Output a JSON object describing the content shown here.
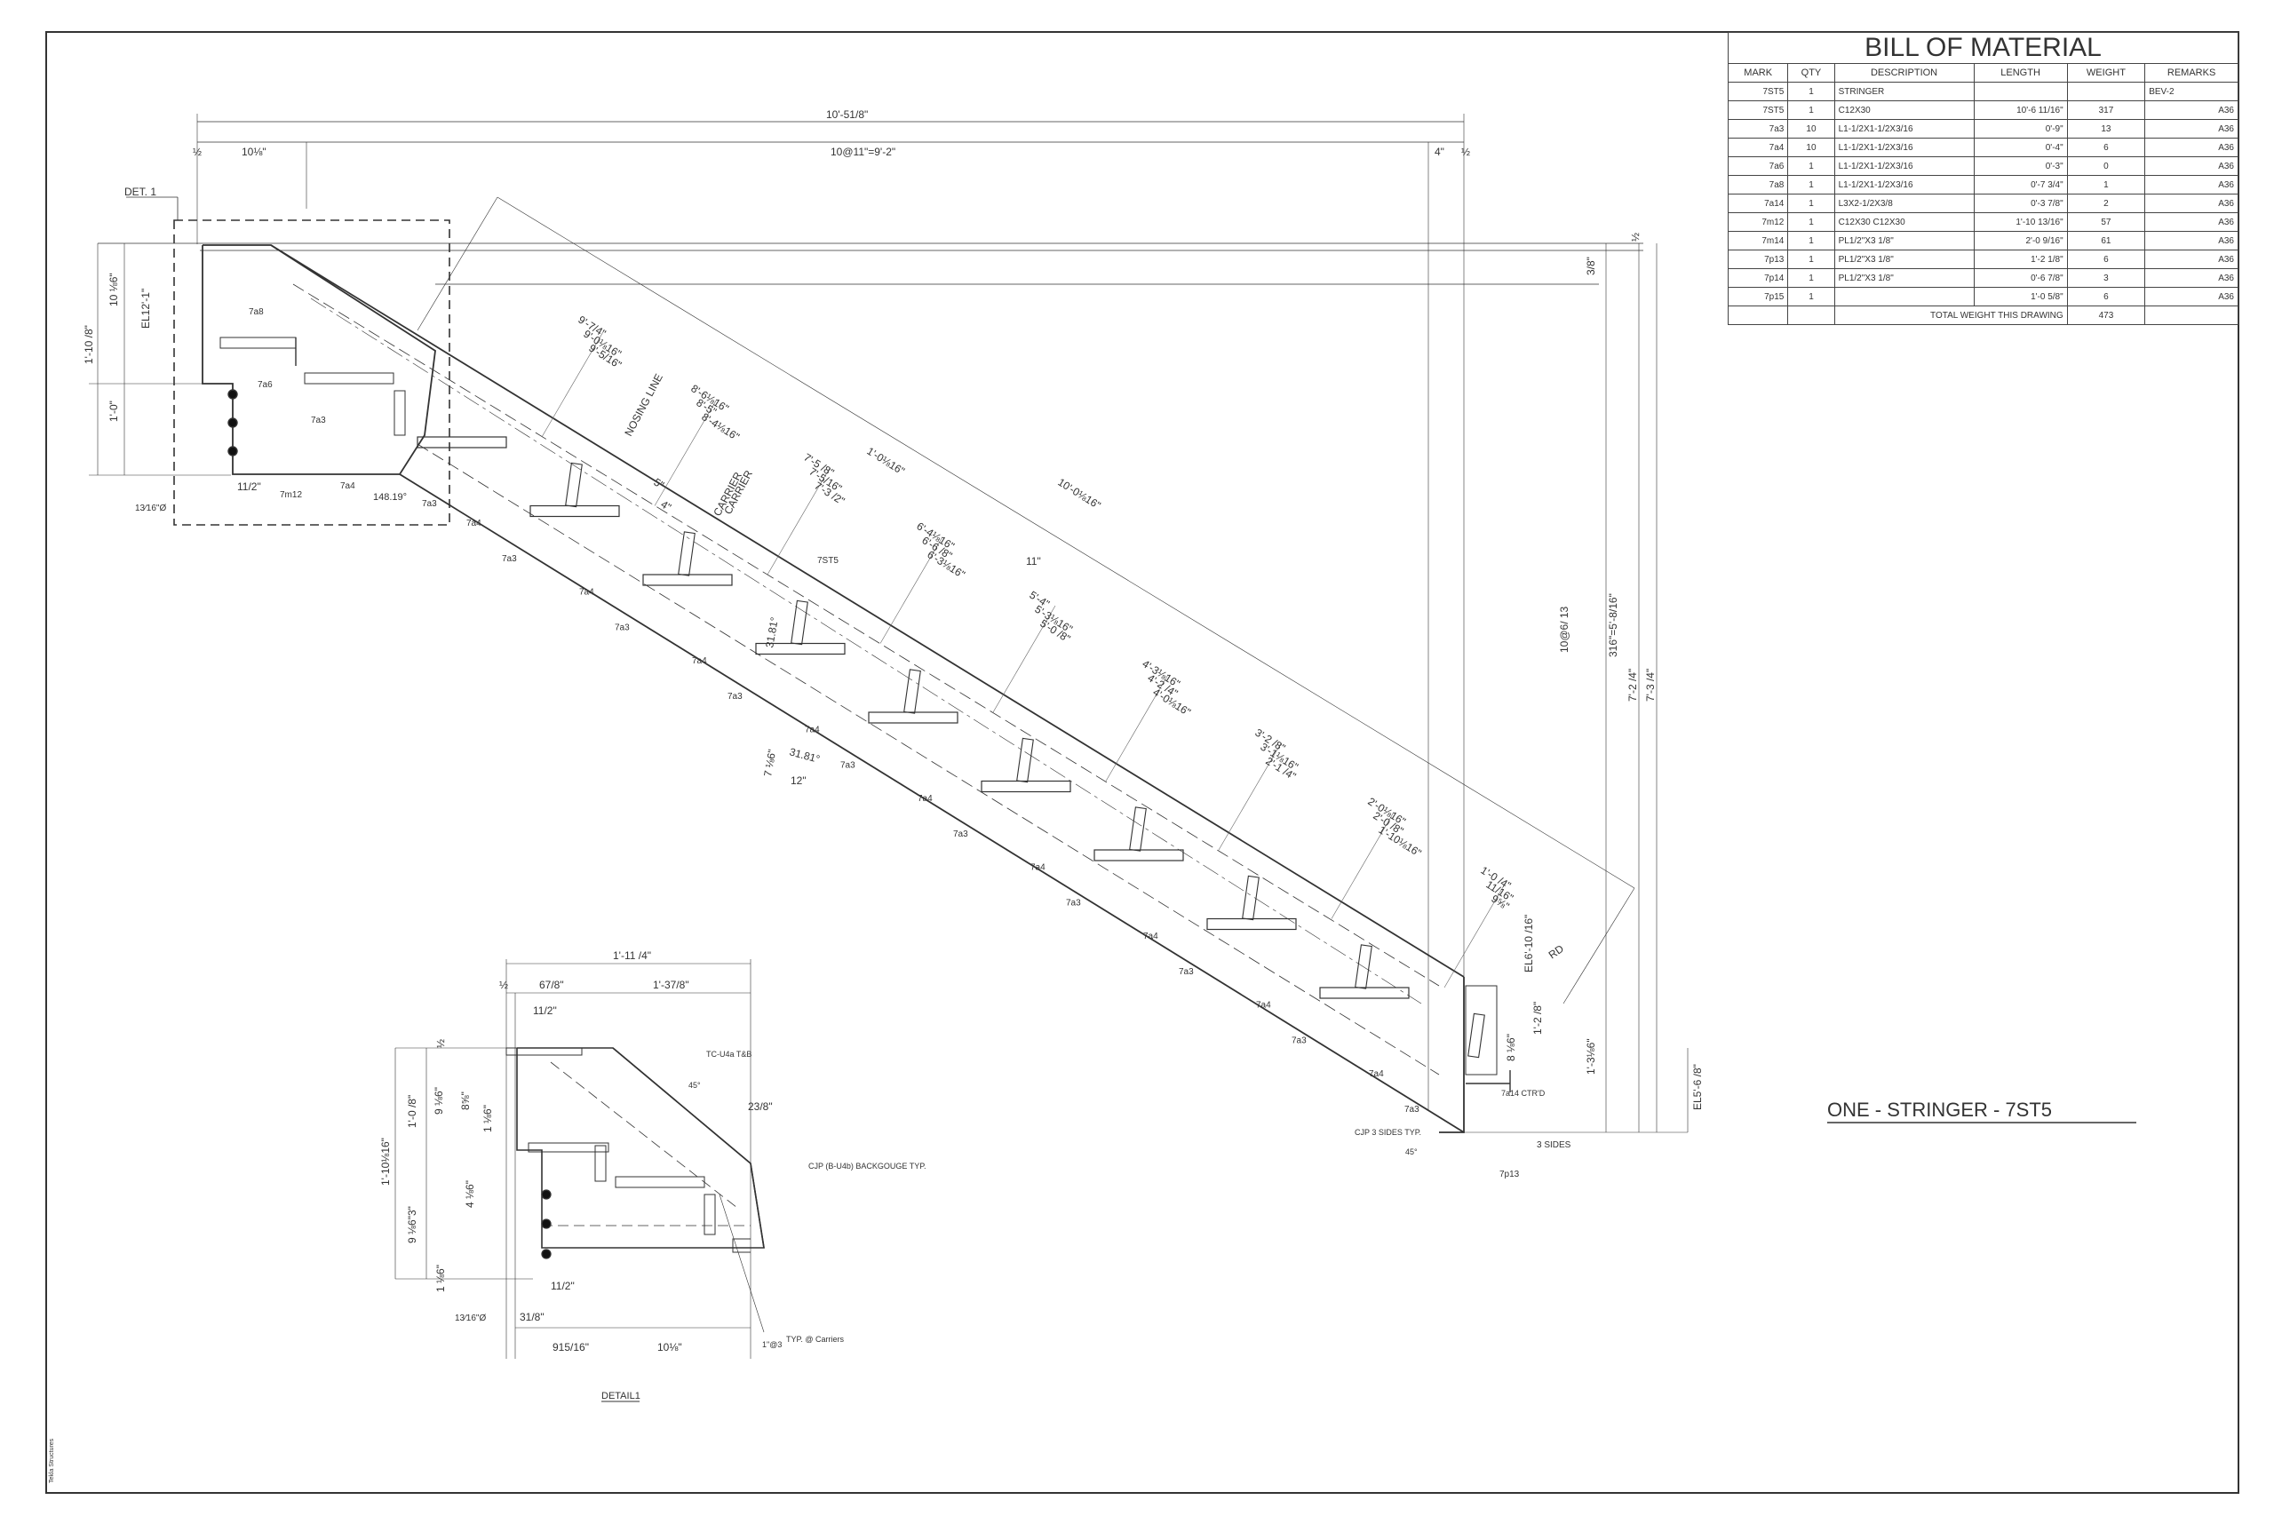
{
  "bom": {
    "title": "BILL OF MATERIAL",
    "headers": [
      "MARK",
      "QTY",
      "DESCRIPTION",
      "LENGTH",
      "WEIGHT",
      "REMARKS"
    ],
    "rows": [
      [
        "7ST5",
        "1",
        "STRINGER",
        "",
        "",
        "BEV-2"
      ],
      [
        "7ST5",
        "1",
        "C12X30",
        "10'-6 11/16\"",
        "317",
        "A36"
      ],
      [
        "7a3",
        "10",
        "L1-1/2X1-1/2X3/16",
        "0'-9\"",
        "13",
        "A36"
      ],
      [
        "7a4",
        "10",
        "L1-1/2X1-1/2X3/16",
        "0'-4\"",
        "6",
        "A36"
      ],
      [
        "7a6",
        "1",
        "L1-1/2X1-1/2X3/16",
        "0'-3\"",
        "0",
        "A36"
      ],
      [
        "7a8",
        "1",
        "L1-1/2X1-1/2X3/16",
        "0'-7 3/4\"",
        "1",
        "A36"
      ],
      [
        "7a14",
        "1",
        "L3X2-1/2X3/8",
        "0'-3 7/8\"",
        "2",
        "A36"
      ],
      [
        "7m12",
        "1",
        "C12X30    C12X30",
        "1'-10 13/16\"",
        "57",
        "A36"
      ],
      [
        "7m14",
        "1",
        "PL1/2\"X3        1/8\"",
        "2'-0 9/16\"",
        "61",
        "A36"
      ],
      [
        "7p13",
        "1",
        "PL1/2\"X3        1/8\"",
        "1'-2 1/8\"",
        "6",
        "A36"
      ],
      [
        "7p14",
        "1",
        "PL1/2\"X3 1/8\"",
        "0'-6 7/8\"",
        "3",
        "A36"
      ],
      [
        "7p15",
        "1",
        "",
        "1'-0 5/8\"",
        "6",
        "A36"
      ]
    ],
    "total_label": "TOTAL WEIGHT THIS DRAWING",
    "total_value": "473"
  },
  "main_title": "ONE - STRINGER - 7ST5",
  "detail_label": "DETAIL1",
  "det_tag": "DET. 1",
  "dims": {
    "overall": "10'-51/8\"",
    "d_half_l": "½",
    "d_10": "10⅛\"",
    "spacing": "10@11\"=9'-2\"",
    "d_4": "4\"",
    "d_half_r": "½",
    "d_110": "1'-10 /8\"",
    "d_10v": "10 ⅛6\"",
    "el12": "EL12'-1\"",
    "d_10in": "1'-0\"",
    "hole": "13⁄16\"Ø",
    "d_112": "11/2\"",
    "d_148": "148.19°",
    "top_half": "½",
    "d_38": "3/8\"",
    "d_1010": "10@6/\n13",
    "d_316": "316\"=5'-8/16\"",
    "d_72": "7'-2 /4\"",
    "d_73": "7'-3 /4\"",
    "el5": "EL5'-6 /8\"",
    "el6": "EL6'-10 /16\"",
    "rd": "RD",
    "d_8": "8 ⅛6\"",
    "d_12": "1'-2 /8\"",
    "d_13": "1'-3⅛6\"",
    "d_11": "11\"",
    "d_10_16": "10'-0⅛16\"",
    "d_1016b": "1'-0⅛16\"",
    "d_713": "7 ⅛6\"",
    "d_3181": "31.81°",
    "d_3181b": "31.81°",
    "d_12in": "12\"",
    "noseline": "NOSING LINE",
    "carrier": "CARRIER",
    "carrier2": "CARRIER",
    "d_5": "5\"",
    "d_4b": "4\"",
    "st": "7ST5"
  },
  "stair_dims": [
    [
      "9'-7/4\"",
      "9'-0⅛16\"",
      "9'-5/16\""
    ],
    [
      "8'-6⅛16\"",
      "8'-5\"",
      "8'-4⅛16\""
    ],
    [
      "7'-5 /8\"",
      "7'-5/16\"",
      "7'-3 /2\""
    ],
    [
      "6'-4⅛16\"",
      "6'-6 /8\"",
      "6'-3⅛16\""
    ],
    [
      "5'-4\"",
      "5'-3⅛16\"",
      "5'-0 /8\""
    ],
    [
      "4'-3⅛16\"",
      "4'-2 /4\"",
      "4'-0⅛16\""
    ],
    [
      "3'-2 /8\"",
      "3'-1⅛16\"",
      "2'-1 /4\""
    ],
    [
      "2'-0⅛16\"",
      "2'-0 /8\"",
      "1'-10⅛16\""
    ],
    [
      "1'-0 /4\"",
      "11/16\"",
      "9⅝\""
    ]
  ],
  "parts": {
    "a8": "7a8",
    "a6": "7a6",
    "a3": "7a3",
    "a4": "7a4",
    "m12": "7m12",
    "a14": "7a14\nCTR'D",
    "p13": "7p13",
    "three_sides": "3 SIDES",
    "cjp": "CJP\n3 SIDES TYP.",
    "deg45": "45°"
  },
  "detail_dims": {
    "w1": "1'-11 /4\"",
    "half": "½",
    "d678": "67/8\"",
    "d1378": "1'-37/8\"",
    "d112": "11/2\"",
    "top_half": "½",
    "v1": "1'-0 /8\"",
    "v2": "1'-10⅛16\"",
    "v3": "9 ⅛6\"",
    "v4": "8⅝\"",
    "v5": "1 ⅛6\"",
    "v6": "4 ⅛6\"",
    "v7": "9 ⅛6\"3\"",
    "v8": "1 ⅛6\"",
    "tc": "TC-U4a\nT&B",
    "d_238": "23/8\"",
    "cjp": "CJP (B-U4b)\nBACKGOUGE\nTYP.",
    "d_112b": "11/2\"",
    "hole": "13⁄16\"Ø",
    "d_318": "31/8\"",
    "d_915": "915/16\"",
    "d_1012": "10⅛\"",
    "typ": "TYP. @ Carriers",
    "at3": "1\"@3",
    "deg45": "45°"
  },
  "sidenote": "Tekla Structures"
}
